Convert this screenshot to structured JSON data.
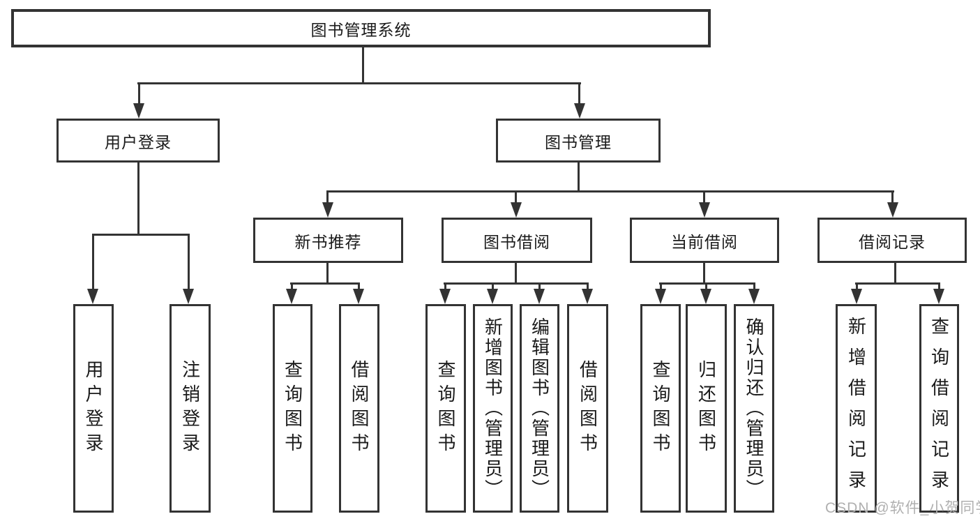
{
  "diagram": {
    "title": "图书管理系统",
    "watermark": "CSDN @软件_小贺同学"
  },
  "branches": [
    {
      "label": "用户登录",
      "leaves": [
        {
          "label": "用户登录"
        },
        {
          "label": "注销登录"
        }
      ]
    },
    {
      "label": "图书管理",
      "groups": [
        {
          "label": "新书推荐",
          "leaves": [
            {
              "label": "查询图书"
            },
            {
              "label": "借阅图书"
            }
          ]
        },
        {
          "label": "图书借阅",
          "leaves": [
            {
              "label": "查询图书"
            },
            {
              "label": "新增图书（管理员）"
            },
            {
              "label": "编辑图书（管理员）"
            },
            {
              "label": "借阅图书"
            }
          ]
        },
        {
          "label": "当前借阅",
          "leaves": [
            {
              "label": "查询图书"
            },
            {
              "label": "归还图书"
            },
            {
              "label": "确认归还（管理员）"
            }
          ]
        },
        {
          "label": "借阅记录",
          "leaves": [
            {
              "label": "新增借阅记录"
            },
            {
              "label": "查询借阅记录"
            }
          ]
        }
      ]
    }
  ],
  "colors": {
    "line": "#333333",
    "text": "#1a1a1a",
    "watermark": "#b0b0b0",
    "background": "#ffffff"
  }
}
